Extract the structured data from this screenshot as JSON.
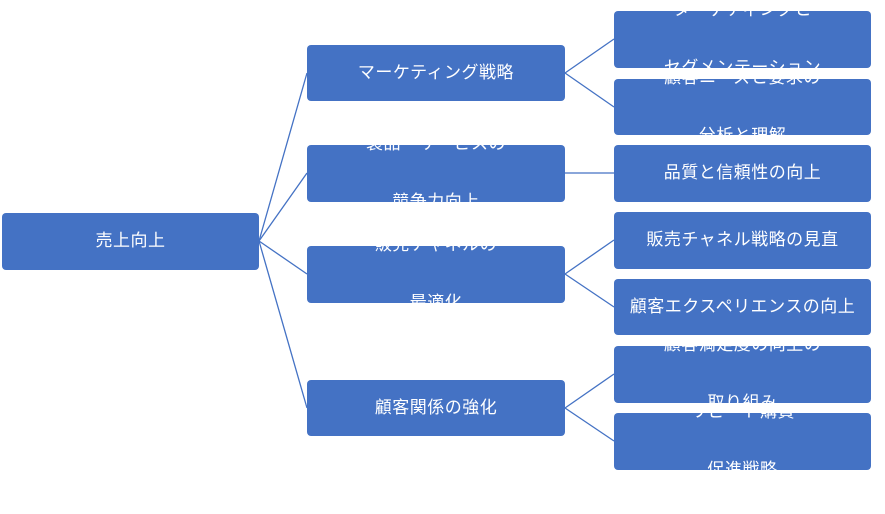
{
  "diagram": {
    "root": {
      "label": "売上向上"
    },
    "branches": [
      {
        "label": "マーケティング戦略",
        "children": [
          {
            "lines": [
              "ターゲティングと",
              "セグメンテーション"
            ]
          },
          {
            "lines": [
              "顧客ニーズと要求の",
              "分析と理解"
            ]
          }
        ]
      },
      {
        "lines": [
          "製品・サービスの",
          "競争力向上"
        ],
        "children": [
          {
            "lines": [
              "品質と信頼性の向上"
            ]
          }
        ]
      },
      {
        "lines": [
          "販売チャネルの",
          "最適化"
        ],
        "children": [
          {
            "lines": [
              "販売チャネル戦略の見直"
            ]
          },
          {
            "lines": [
              "顧客エクスペリエンスの向上"
            ]
          }
        ]
      },
      {
        "label": "顧客関係の強化",
        "children": [
          {
            "lines": [
              "顧客満足度の向上の",
              "取り組み"
            ]
          },
          {
            "lines": [
              "リピート購買",
              "促進戦略"
            ]
          }
        ]
      }
    ],
    "colors": {
      "node_fill": "#4472c4",
      "node_text": "#ffffff",
      "connector": "#4472c4"
    }
  }
}
